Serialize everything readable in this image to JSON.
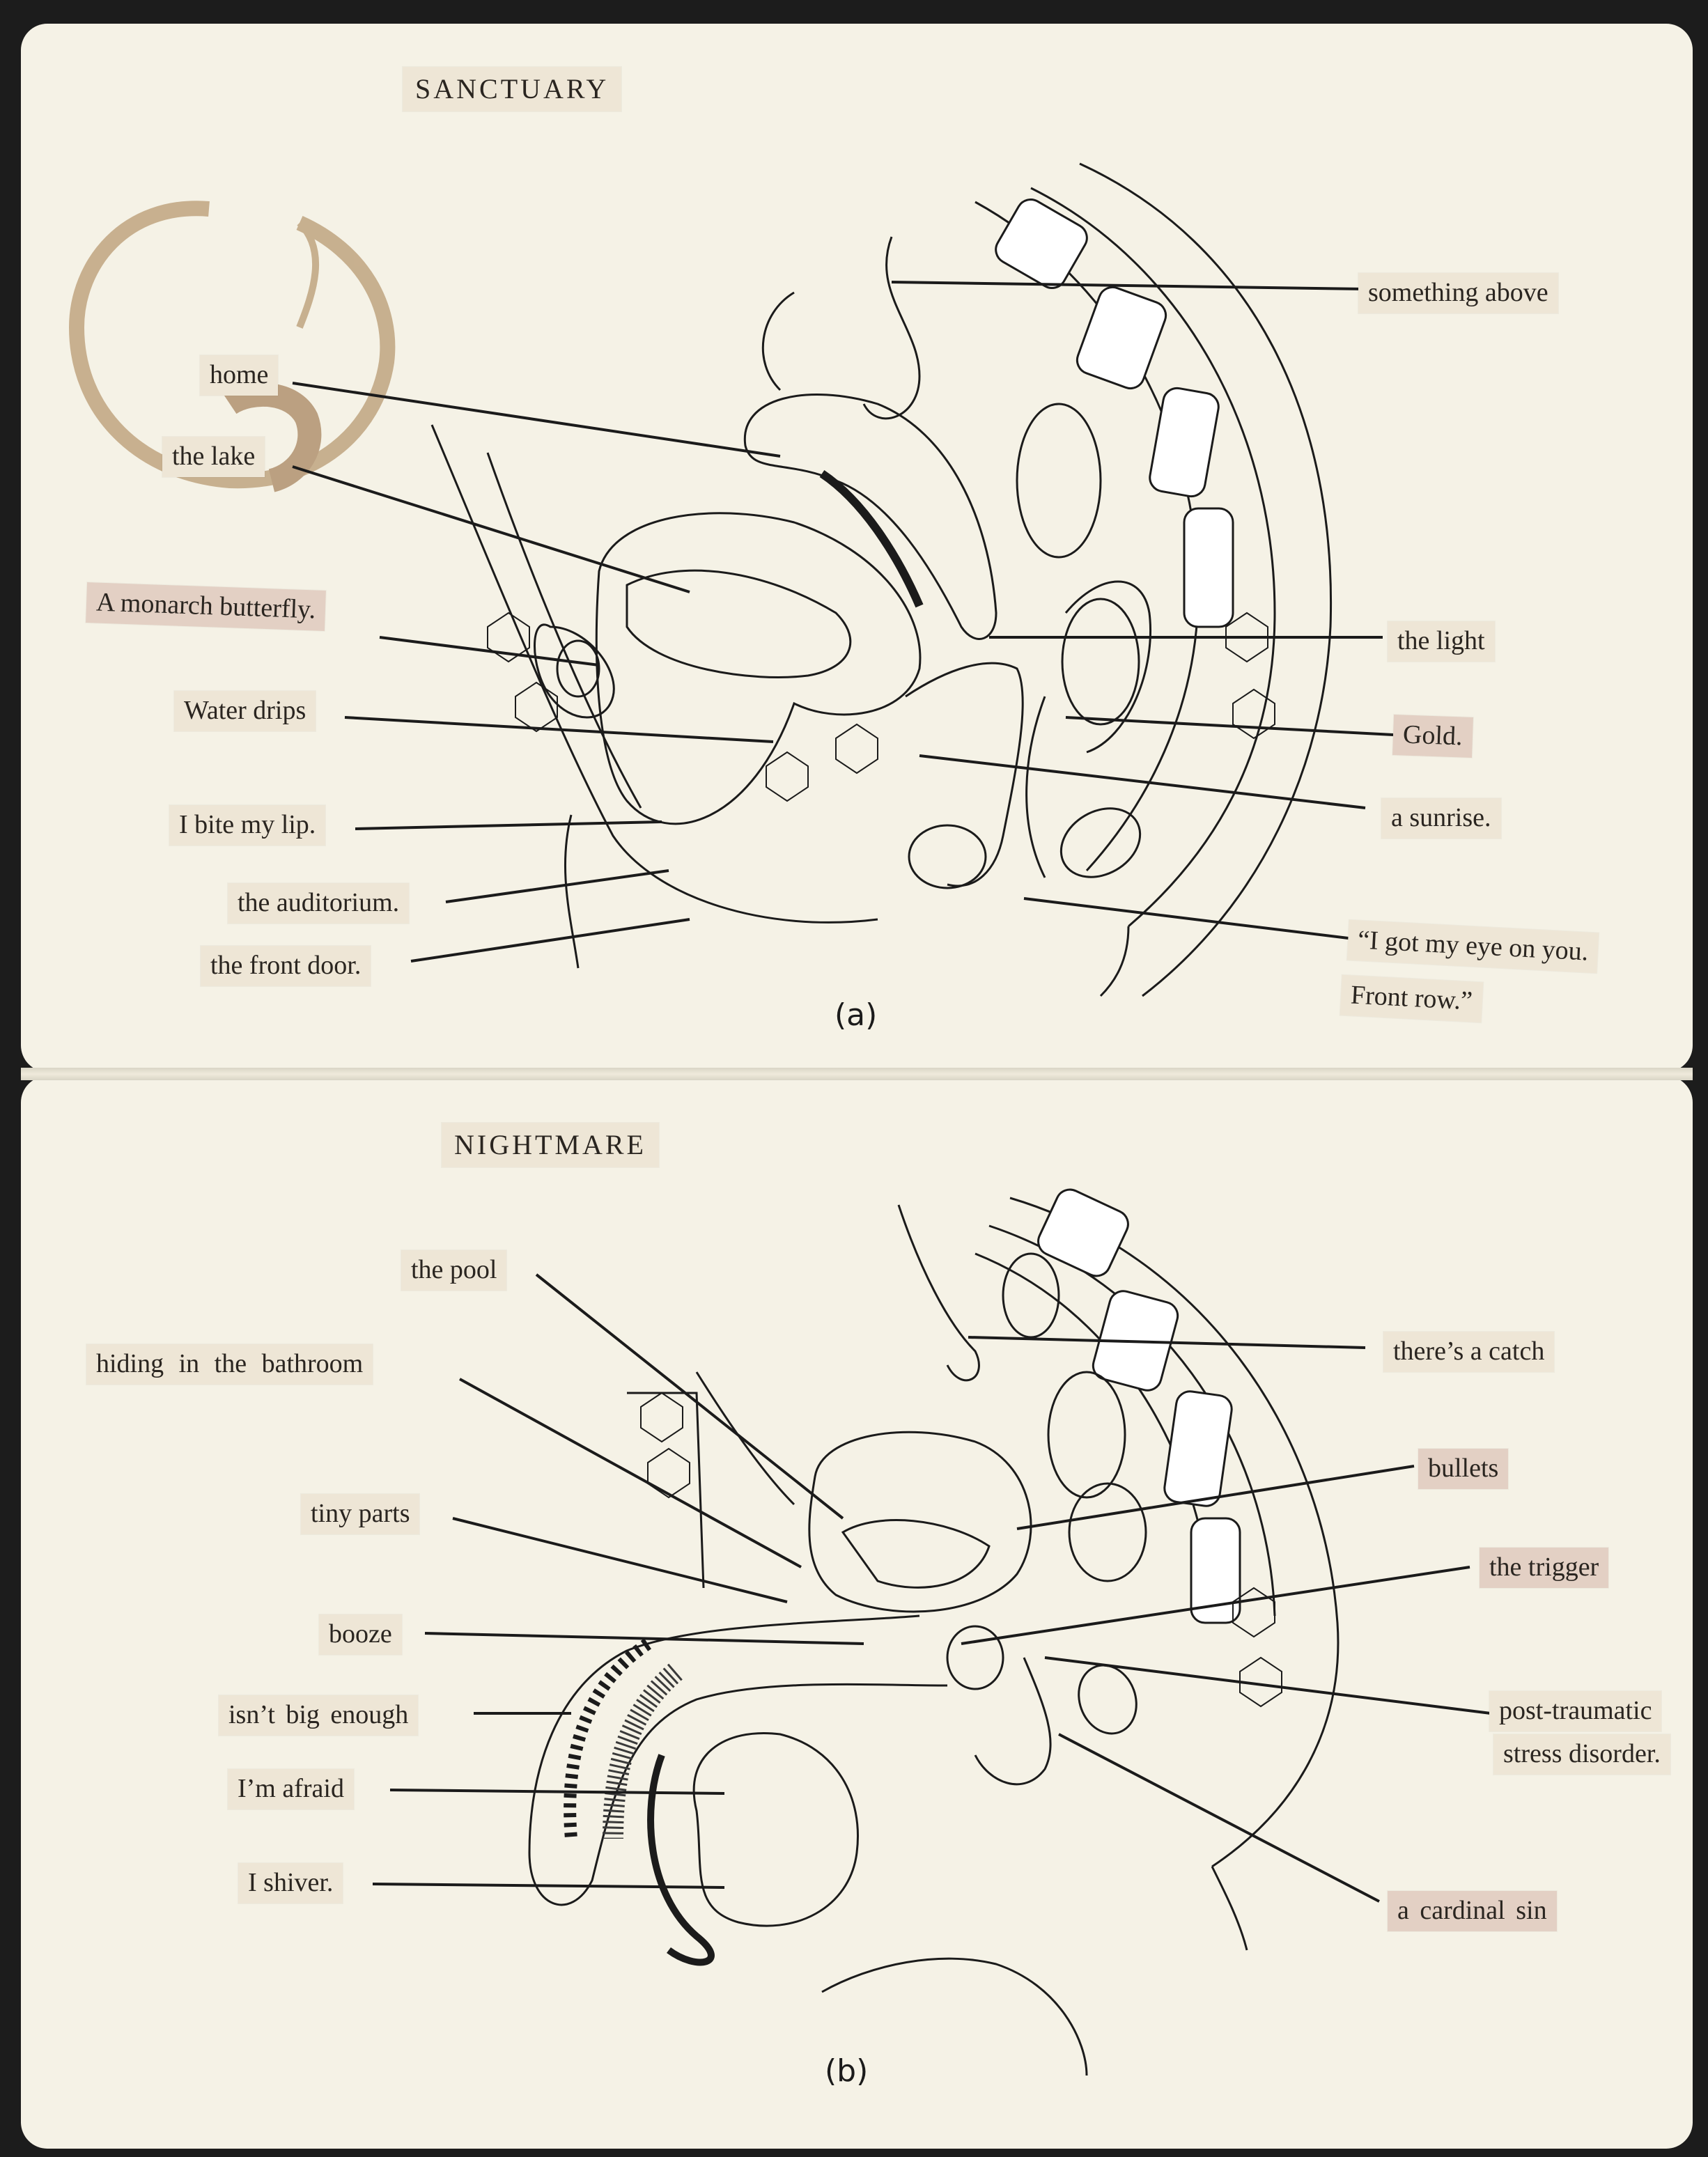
{
  "titles": {
    "top": "SANCTUARY",
    "bottom": "NIGHTMARE"
  },
  "captions": {
    "top": "(a)",
    "bottom": "(b)"
  },
  "labels_top_left": {
    "home": "home",
    "lake": "the lake",
    "monarch": "A monarch butterfly.",
    "water": "Water drips",
    "lip": "I bite my lip.",
    "auditorium": "the auditorium.",
    "door": "the front door."
  },
  "labels_top_right": {
    "above": "something above",
    "light": "the light",
    "gold": "Gold.",
    "sunrise": "a sunrise.",
    "quote_line1": "“I got my eye on you.",
    "quote_line2": "Front row.”"
  },
  "labels_bottom_left": {
    "pool": "the pool",
    "bathroom": "hiding in the bathroom",
    "tiny": "tiny parts",
    "booze": "booze",
    "big": "isn’t big enough",
    "afraid": "I’m afraid",
    "shiver": "I shiver."
  },
  "labels_bottom_right": {
    "catch": "there’s a catch",
    "bullets": "bullets",
    "trigger": "the trigger",
    "ptsd_line1": "post-traumatic",
    "ptsd_line2": "stress disorder.",
    "sin": "a cardinal sin"
  },
  "colors": {
    "paper": "#f5f2e6",
    "label": "#eee6d6",
    "label_pink": "#e3d0c4",
    "ink": "#1b1b1b",
    "coffee": "#b89a72"
  }
}
